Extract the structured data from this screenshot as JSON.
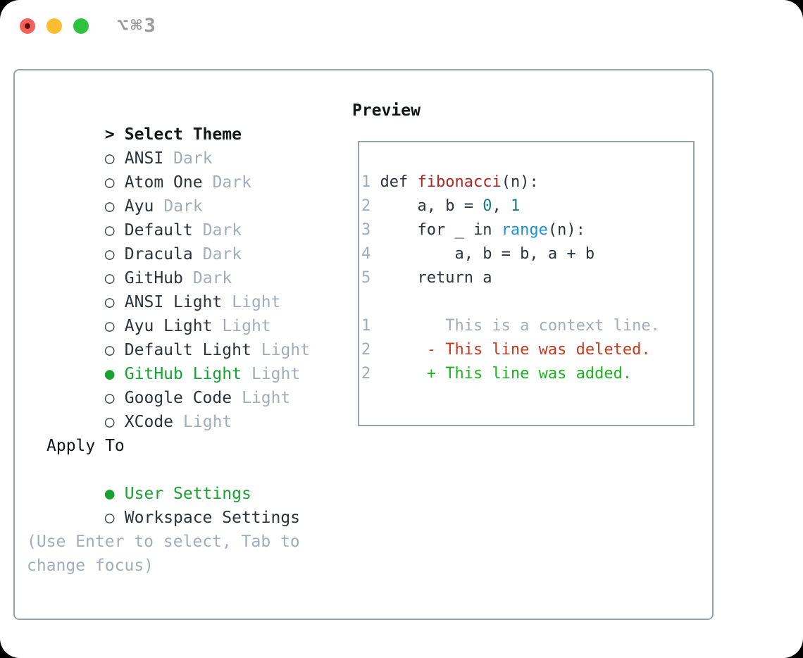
{
  "window": {
    "shortcut_label": "⌥⌘3"
  },
  "colors": {
    "selection_green": "#17a231",
    "added_green": "#1cb41f",
    "deleted_red": "#c43a1e",
    "function_red": "#b02620",
    "literal_teal": "#157e80",
    "keyword_blue": "#1b92d0",
    "muted_gray": "#a3adba",
    "text_dark": "#2d333b",
    "border_gray": "#98a1ac",
    "traffic_red": "#f4605a",
    "traffic_yellow": "#fdbd2e",
    "traffic_green": "#2fc23f"
  },
  "theme_picker": {
    "header": {
      "marker": ">",
      "label": "Select Theme"
    },
    "items": [
      {
        "marker": "○",
        "label": "ANSI",
        "tag": "Dark",
        "selected": false
      },
      {
        "marker": "○",
        "label": "Atom One",
        "tag": "Dark",
        "selected": false
      },
      {
        "marker": "○",
        "label": "Ayu",
        "tag": "Dark",
        "selected": false
      },
      {
        "marker": "○",
        "label": "Default",
        "tag": "Dark",
        "selected": false
      },
      {
        "marker": "○",
        "label": "Dracula",
        "tag": "Dark",
        "selected": false
      },
      {
        "marker": "○",
        "label": "GitHub",
        "tag": "Dark",
        "selected": false
      },
      {
        "marker": "○",
        "label": "ANSI Light",
        "tag": "Light",
        "selected": false
      },
      {
        "marker": "○",
        "label": "Ayu Light",
        "tag": "Light",
        "selected": false
      },
      {
        "marker": "○",
        "label": "Default Light",
        "tag": "Light",
        "selected": false
      },
      {
        "marker": "●",
        "label": "GitHub Light",
        "tag": "Light",
        "selected": true
      },
      {
        "marker": "○",
        "label": "Google Code",
        "tag": "Light",
        "selected": false
      },
      {
        "marker": "○",
        "label": "XCode",
        "tag": "Light",
        "selected": false
      }
    ],
    "apply_to": {
      "header": "Apply To",
      "options": [
        {
          "marker": "●",
          "label": "User Settings",
          "selected": true
        },
        {
          "marker": "○",
          "label": "Workspace Settings",
          "selected": false
        }
      ]
    },
    "hint": "(Use Enter to select, Tab to change focus)"
  },
  "preview": {
    "title": "Preview",
    "code_lines": {
      "1": {
        "num": "1",
        "a": " def ",
        "fn": "fibonacci",
        "b": "(n):"
      },
      "2": {
        "num": "2",
        "a": "     a, b = ",
        "n1": "0",
        "b": ", ",
        "n2": "1"
      },
      "3": {
        "num": "3",
        "a": "     for _ in ",
        "kw": "range",
        "b": "(n):"
      },
      "4": {
        "num": "4",
        "a": "         a, b = b, a + b"
      },
      "5": {
        "num": "5",
        "a": "     return a"
      }
    },
    "diff_lines": {
      "context": {
        "num": "1",
        "text": "        This is a context line."
      },
      "deleted": {
        "num": "2",
        "text": "      - This line was deleted."
      },
      "added": {
        "num": "2",
        "text": "      + This line was added."
      }
    }
  }
}
